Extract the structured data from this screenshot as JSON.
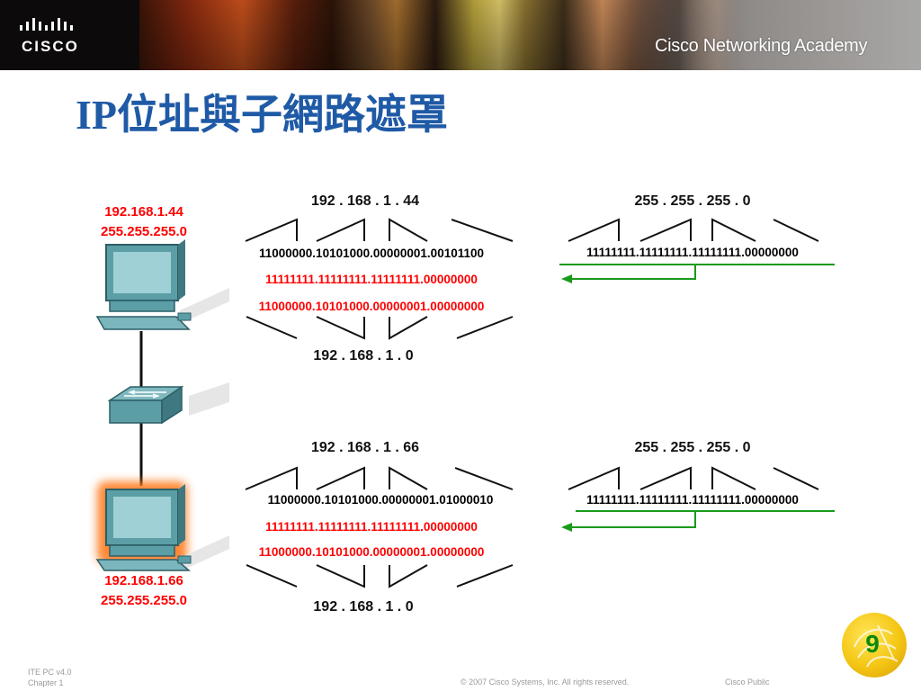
{
  "header": {
    "brand": "CISCO",
    "academy": "Cisco Networking Academy"
  },
  "title": "IP位址與子網路遮罩",
  "hosts": [
    {
      "ip": "192.168.1.44",
      "mask": "255.255.255.0"
    },
    {
      "ip": "192.168.1.66",
      "mask": "255.255.255.0"
    }
  ],
  "calc_top": {
    "ip_decimal": "192 . 168 . 1 . 44",
    "ip_binary": "11000000.10101000.00000001.00101100",
    "mask_binary_red": "11111111.11111111.11111111.00000000",
    "network_binary": "11000000.10101000.00000001.00000000",
    "network_decimal": "192 . 168 . 1 . 0",
    "mask_decimal": "255 . 255 . 255 . 0",
    "mask_binary": "11111111.11111111.11111111.00000000"
  },
  "calc_bottom": {
    "ip_decimal": "192 . 168 . 1 . 66",
    "ip_binary": "11000000.10101000.00000001.01000010",
    "mask_binary_red": "11111111.11111111.11111111.00000000",
    "network_binary": "11000000.10101000.00000001.00000000",
    "network_decimal": "192 . 168 . 1 . 0",
    "mask_decimal": "255 . 255 . 255 . 0",
    "mask_binary": "11111111.11111111.11111111.00000000"
  },
  "footer": {
    "line1": "ITE PC v4.0",
    "line2": "Chapter 1",
    "copyright": "© 2007 Cisco Systems, Inc. All rights reserved.",
    "classification": "Cisco Public"
  },
  "page_number": "9",
  "colors": {
    "title": "#1f5aa6",
    "red_text": "#ff0000",
    "green_arrow": "#1a9a1a",
    "device": "#5c9ea6",
    "highlight_glow": "#ff7a1a"
  }
}
